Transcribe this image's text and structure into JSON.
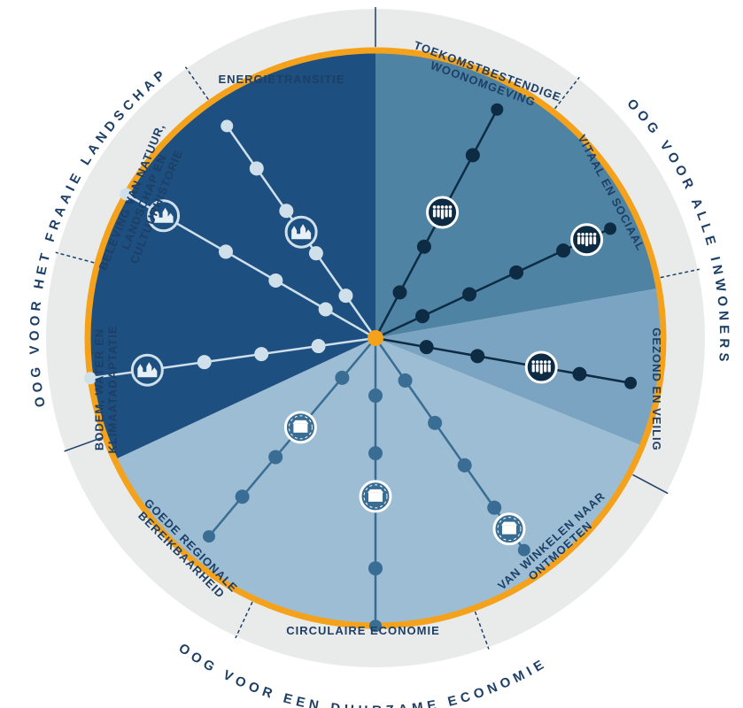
{
  "colors": {
    "outer_ring": "#e9eaea",
    "divider": "#1d3f66",
    "orange": "#f4a21c",
    "navy_dark": "#1d4f80",
    "teal_mid": "#4e83a4",
    "teal_light": "#7aa4c1",
    "teal_pale": "#9cbdd3",
    "line_light": "#cfe0ea",
    "line_dark": "#0e2b44",
    "line_mid": "#3a6d93"
  },
  "outer_arcs": [
    {
      "text": "OOG VOOR HET FRAAIE LANDSCHAP"
    },
    {
      "text": "OOG VOOR ALLE INWONERS"
    },
    {
      "text": "OOG VOOR EEN DUURZAME ECONOMIE"
    }
  ],
  "segments": [
    {
      "lines": [
        "ENERGIETRANSITIE"
      ]
    },
    {
      "lines": [
        "TOEKOMSTBESTENDIGE",
        "WOONOMGEVING"
      ]
    },
    {
      "lines": [
        "VITAAL EN SOCIAAL"
      ]
    },
    {
      "lines": [
        "GEZOND EN VEILIG"
      ]
    },
    {
      "lines": [
        "VAN WINKELEN NAAR",
        "ONTMOETEN"
      ]
    },
    {
      "lines": [
        "CIRCULAIRE ECONOMIE"
      ]
    },
    {
      "lines": [
        "GOEDE REGIONALE",
        "BEREIKBAARHEID"
      ]
    },
    {
      "lines": [
        "BODEM, WATER EN",
        "KLIMAATADAPTATIE"
      ]
    },
    {
      "lines": [
        "BELEVING VAN NATUUR,",
        "LANDSCHAP EN",
        "CULTUURHISTORIE"
      ]
    }
  ],
  "spokes": [
    {
      "level": 0.9,
      "group": "landscape",
      "icon": "landscape-icon",
      "icon_pos": 0.5
    },
    {
      "level": 0.9,
      "group": "residents",
      "icon": "people-icon",
      "icon_pos": 0.55
    },
    {
      "level": 0.9,
      "group": "residents",
      "icon": "people-icon",
      "icon_pos": 0.9
    },
    {
      "level": 0.9,
      "group": "residents",
      "icon": "people-icon",
      "icon_pos": 0.65
    },
    {
      "level": 0.9,
      "group": "economy",
      "icon": "shop-cycle-icon",
      "icon_pos": 0.9
    },
    {
      "level": 0.97,
      "group": "economy",
      "icon": "shop-cycle-icon",
      "icon_pos": 0.55
    },
    {
      "level": 0.9,
      "group": "economy",
      "icon": "shop-cycle-icon",
      "icon_pos": 0.45
    },
    {
      "level": 0.97,
      "group": "landscape",
      "icon": "landscape-icon",
      "icon_pos": 0.8
    },
    {
      "level": 0.97,
      "group": "landscape",
      "icon": "landscape-icon",
      "icon_pos": 0.85
    }
  ]
}
